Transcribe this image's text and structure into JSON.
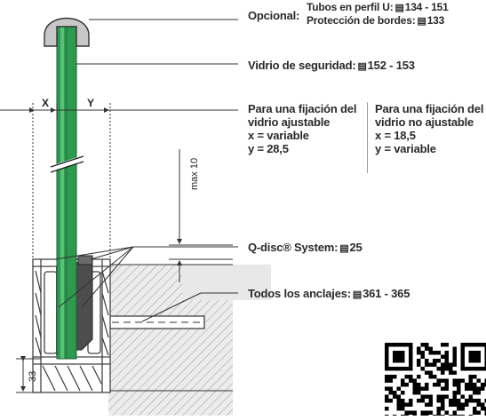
{
  "colors": {
    "glass": "#2e9a4f",
    "glass_light": "#58c07a",
    "profile_line": "#444444",
    "concrete": "#e8e8e8",
    "hatch": "#9a9a9a",
    "seal": "#5a5a5a"
  },
  "icons": [
    "book-icon",
    "qr-code"
  ],
  "callouts": {
    "opcional": {
      "title": "Opcional:",
      "line1": "Tubos en perfil U:",
      "line1_pages": "134 - 151",
      "line2": "Protección de bordes:",
      "line2_pages": "133"
    },
    "vidrio": {
      "label": "Vidrio de seguridad:",
      "pages": "152 - 153"
    },
    "adjustable": {
      "line1": "Para una fijación del",
      "line2": "vidrio ajustable",
      "line3": "x = variable",
      "line4": "y = 28,5"
    },
    "non_adjustable": {
      "line1": "Para una fijación del",
      "line2": "vidrio no ajustable",
      "line3": "x = 18,5",
      "line4": "y = variable"
    },
    "qdisc": {
      "label": "Q-disc® System:",
      "pages": "25"
    },
    "anclajes": {
      "label": "Todos los anclajes:",
      "pages": "361 - 365"
    }
  },
  "dimensions": {
    "x_label": "X",
    "y_label": "Y",
    "max_label": "max 10",
    "height_label": "33"
  }
}
